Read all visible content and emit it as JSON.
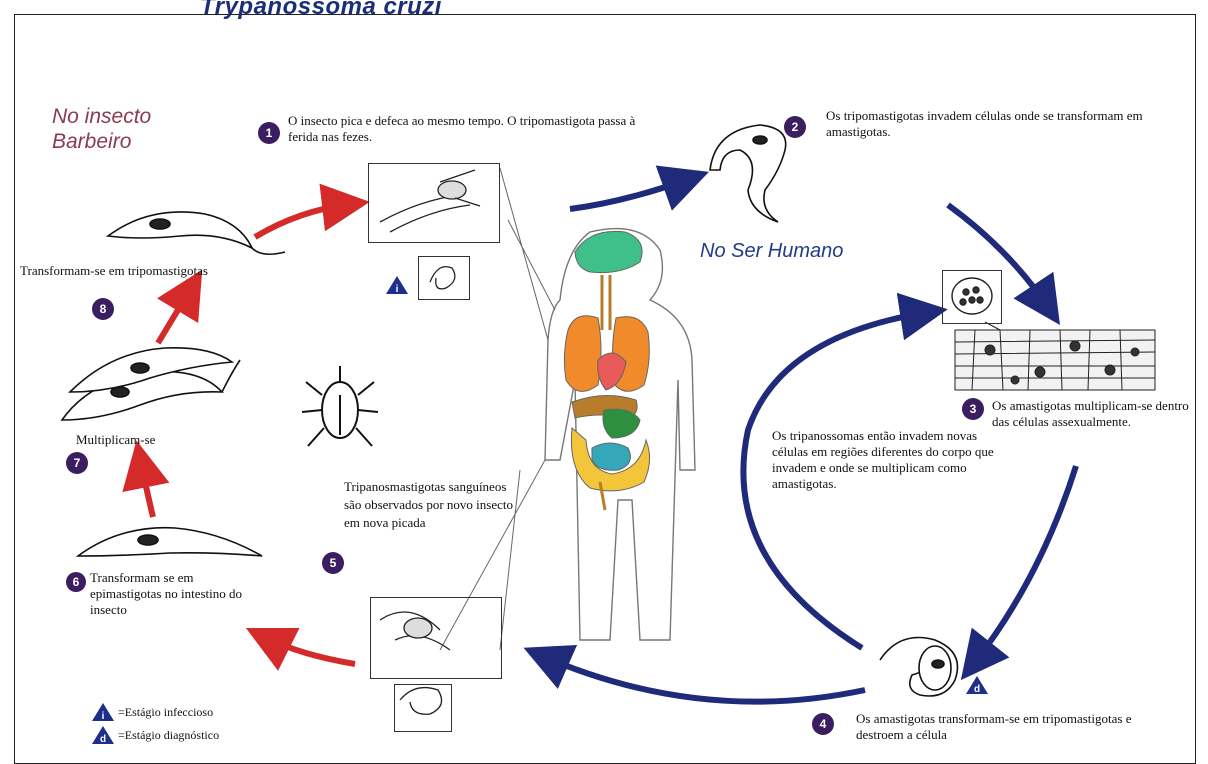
{
  "title": "Trypanossoma cruzi",
  "regions": {
    "insect": "No insecto Barbeiro",
    "human": "No Ser Humano"
  },
  "steps": [
    {
      "number": "1",
      "text": "O insecto pica e defeca ao mesmo tempo. O tripomastigota passa à ferida nas fezes."
    },
    {
      "number": "2",
      "text": "Os tripomastigotas invadem células onde se transformam em amastigotas."
    },
    {
      "number": "3",
      "text": "Os amastigotas multiplicam-se dentro das células assexualmente."
    },
    {
      "number": "4",
      "text": "Os amastigotas transformam-se em tripomastigotas e destroem a célula"
    },
    {
      "number": "5",
      "text": "Tripanosmastigotas sanguíneos são observados por novo insecto em nova picada"
    },
    {
      "number": "6",
      "text": "Transformam se em epimastigotas no intestino do insecto"
    },
    {
      "number": "7",
      "text": "Multiplicam-se"
    },
    {
      "number": "8",
      "text": "Transformam-se em tripomastigotas"
    }
  ],
  "human_note": "Os tripanossomas então invadem novas células em regiões diferentes do corpo que invadem e onde se multiplicam como amastigotas.",
  "stage_markers": {
    "infective": "i",
    "diagnostic": "d"
  },
  "legend": [
    {
      "symbol": "i",
      "label": "=Estágio infeccioso"
    },
    {
      "symbol": "d",
      "label": "=Estágio diagnóstico"
    }
  ],
  "colors": {
    "insect_arrows": "#d42a2a",
    "human_arrows": "#1f2a7a",
    "badge": "#3a1e5f",
    "marker": "#1d2f8a",
    "title": "#1b2e78",
    "insect_label": "#8a3b4f",
    "human_label": "#233a8a"
  }
}
